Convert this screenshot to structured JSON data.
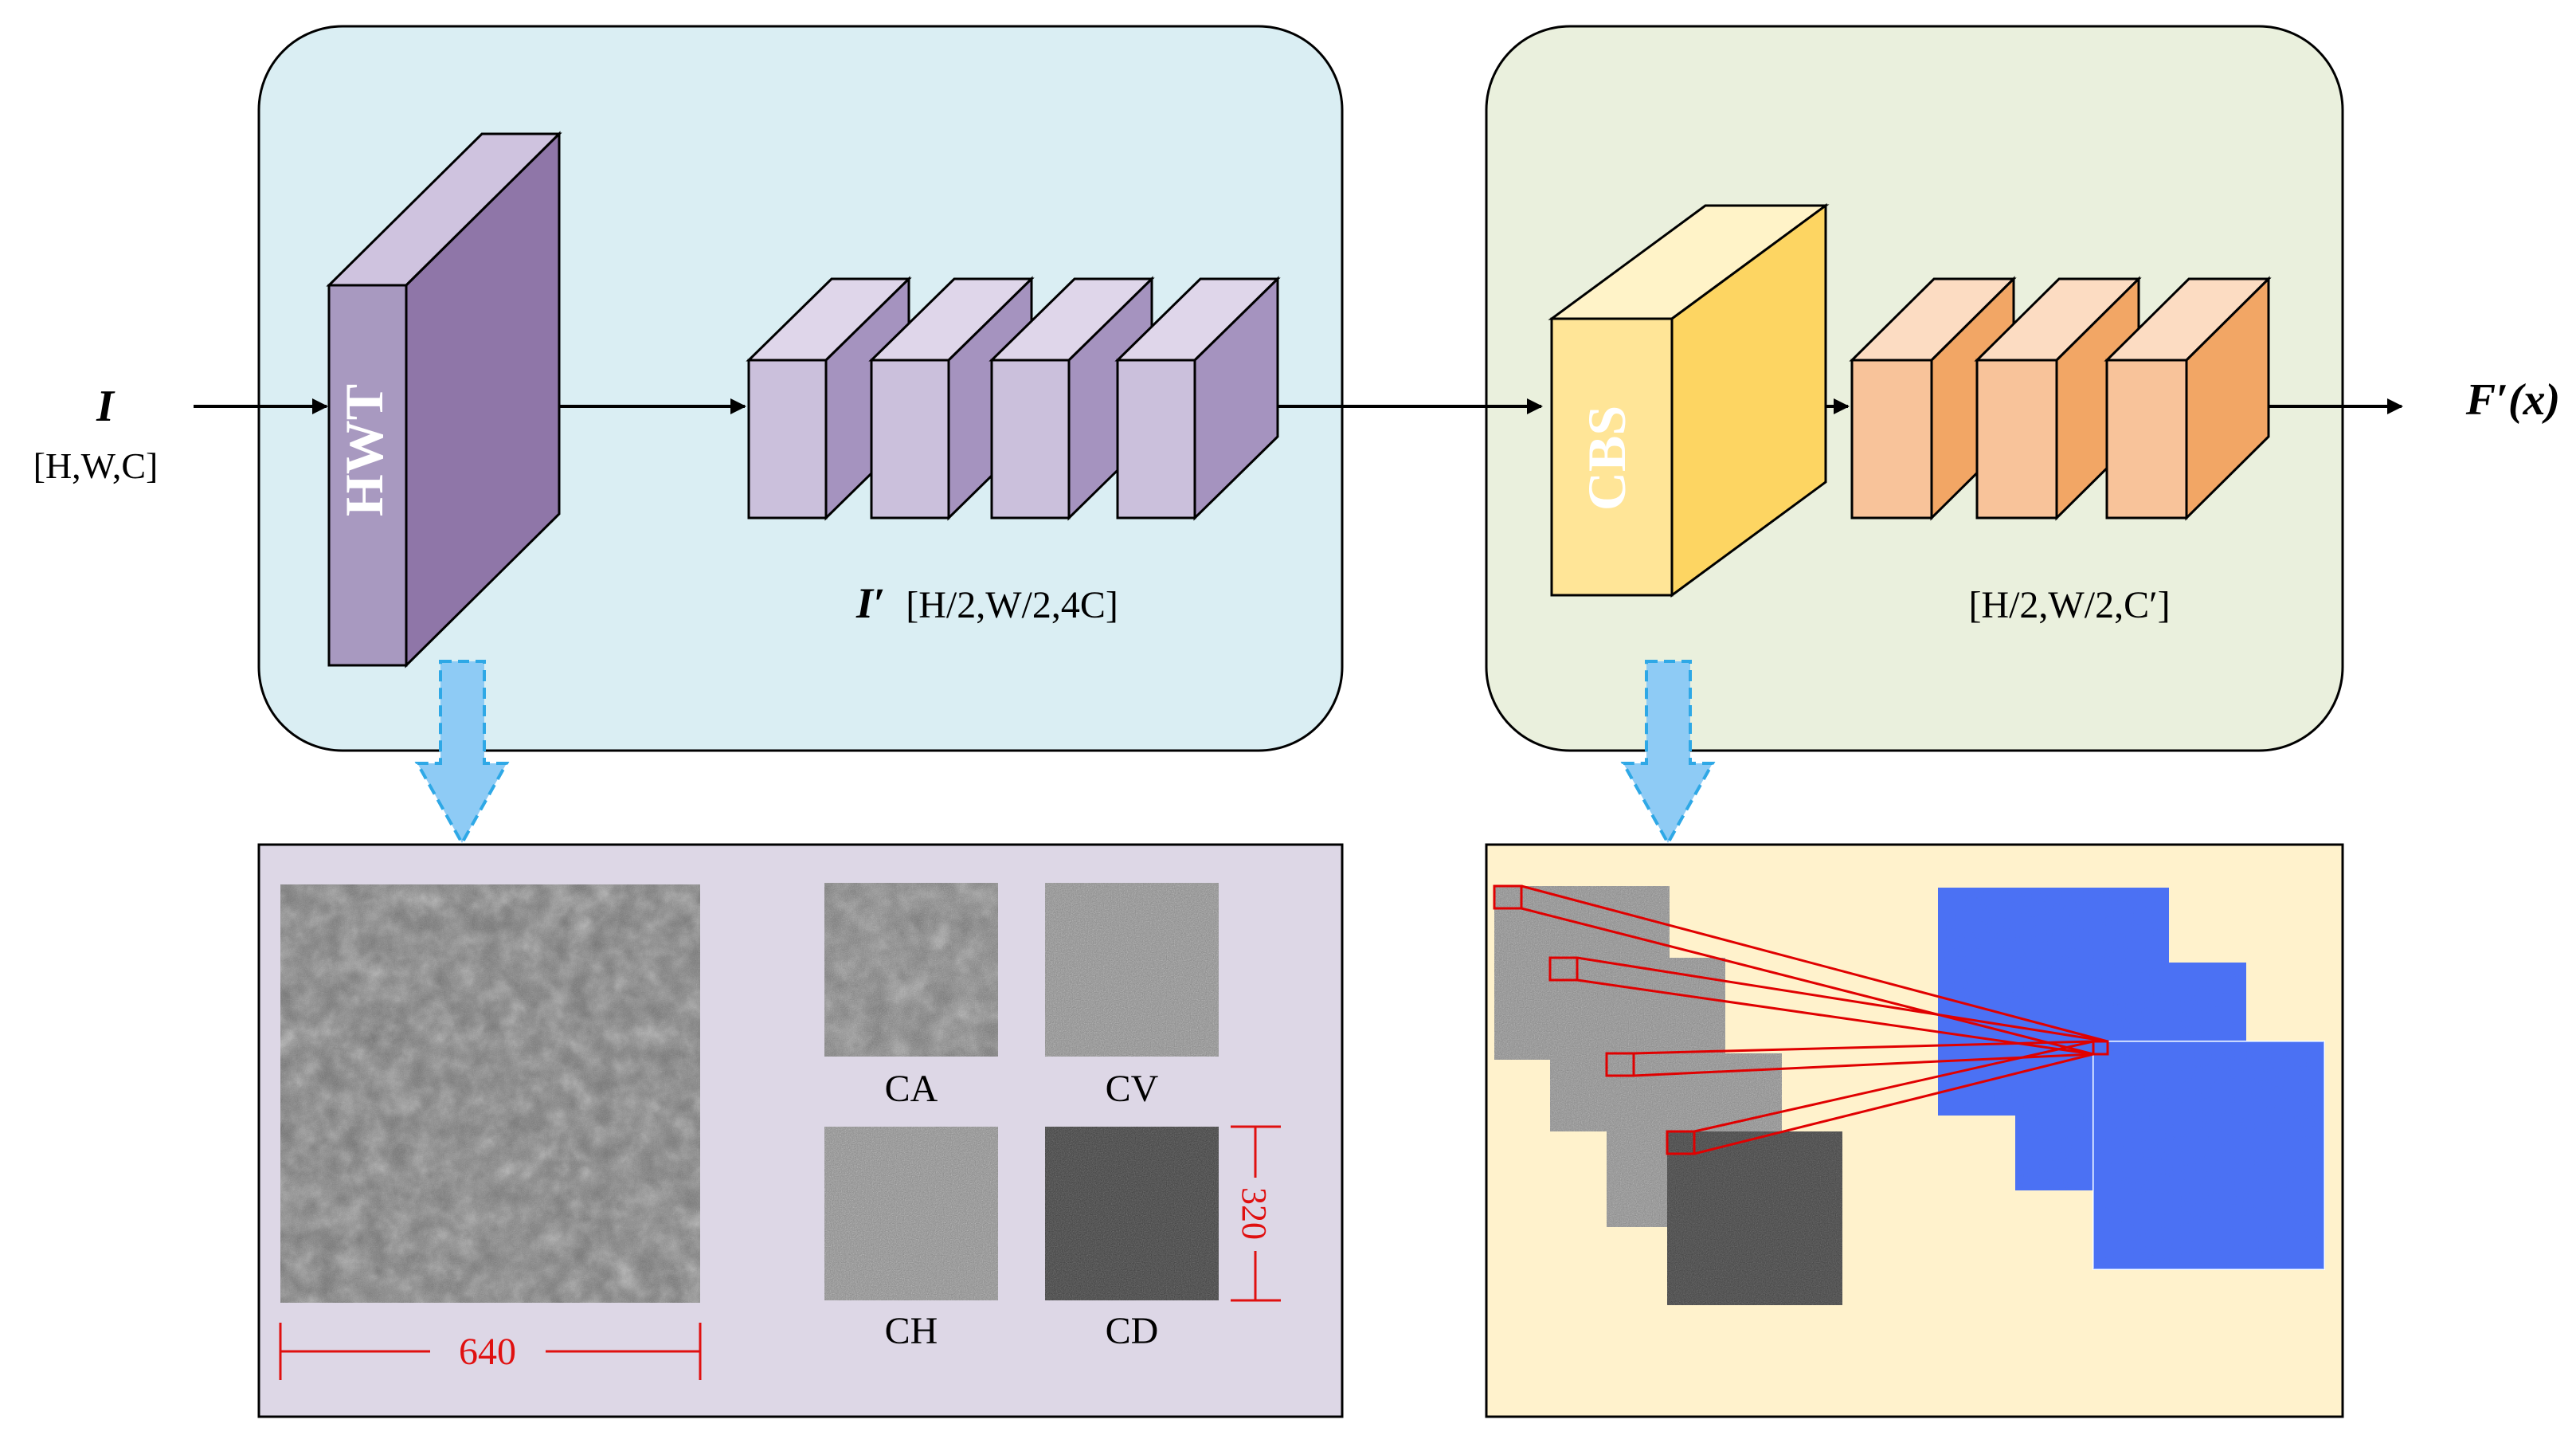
{
  "input": {
    "symbol": "I",
    "shape": "[H,W,C]"
  },
  "output": {
    "symbol": "F′(x)"
  },
  "hwt_module": {
    "block_label": "HWT",
    "output_symbol": "I′",
    "output_shape": "[H/2,W/2,4C]",
    "colors": {
      "panel": "#daeef3",
      "front": "#a899c0",
      "side": "#8f76a8",
      "top": "#cfc3df",
      "cube_front": "#cbc0dc",
      "cube_side": "#a593bf",
      "cube_top": "#dfd6ea"
    }
  },
  "cbs_module": {
    "block_label": "CBS",
    "output_shape": "[H/2,W/2,C′]",
    "colors": {
      "panel": "#eaf0dd",
      "front": "#ffe597",
      "side": "#fdd562",
      "top": "#fff3c8",
      "cube_front": "#f8c39a",
      "cube_side": "#f2a665",
      "cube_top": "#fcdcc2"
    }
  },
  "wavelet_panel": {
    "subbands": [
      "CA",
      "CV",
      "CH",
      "CD"
    ],
    "full_size": "640",
    "sub_size": "320",
    "colors": {
      "panel": "#ddd7e6",
      "measure": "#e01010"
    }
  },
  "feature_panel": {
    "colors": {
      "panel": "#fff2cc",
      "link": "#e00000",
      "map": "#3a55e8"
    }
  },
  "colors": {
    "arrow": "#000000",
    "down_arrow": "#8ecbf5",
    "down_arrow_border": "#2ea8e6"
  }
}
